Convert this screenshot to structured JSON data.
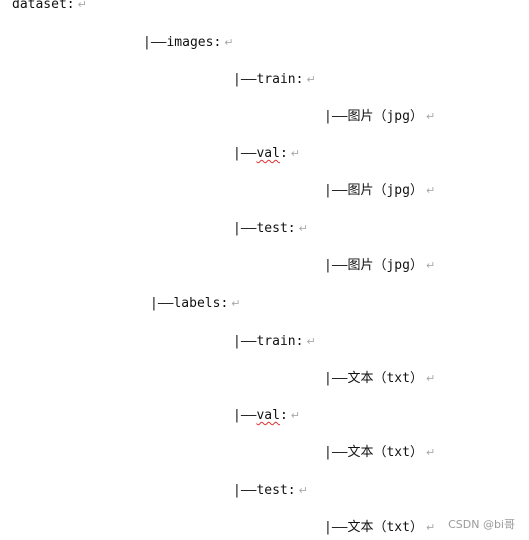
{
  "lines": [
    {
      "text": "dataset:"
    },
    {
      "text": "|——images:"
    },
    {
      "text": "|——train:"
    },
    {
      "text": "|——图片（jpg）"
    },
    {
      "prefix": "|——",
      "word": "val",
      "suffix": ":"
    },
    {
      "text": "|——图片（jpg）"
    },
    {
      "text": "|——test:"
    },
    {
      "text": "|——图片（jpg）"
    },
    {
      "text": "|——labels:"
    },
    {
      "text": "|——train:"
    },
    {
      "text": "|——文本（txt）"
    },
    {
      "prefix": "|——",
      "word": "val",
      "suffix": ":"
    },
    {
      "text": "|——文本（txt）"
    },
    {
      "text": "|——test:"
    },
    {
      "text": "|——文本（txt）"
    }
  ],
  "paragraph_mark": "↵",
  "watermark": "CSDN @bi哥"
}
